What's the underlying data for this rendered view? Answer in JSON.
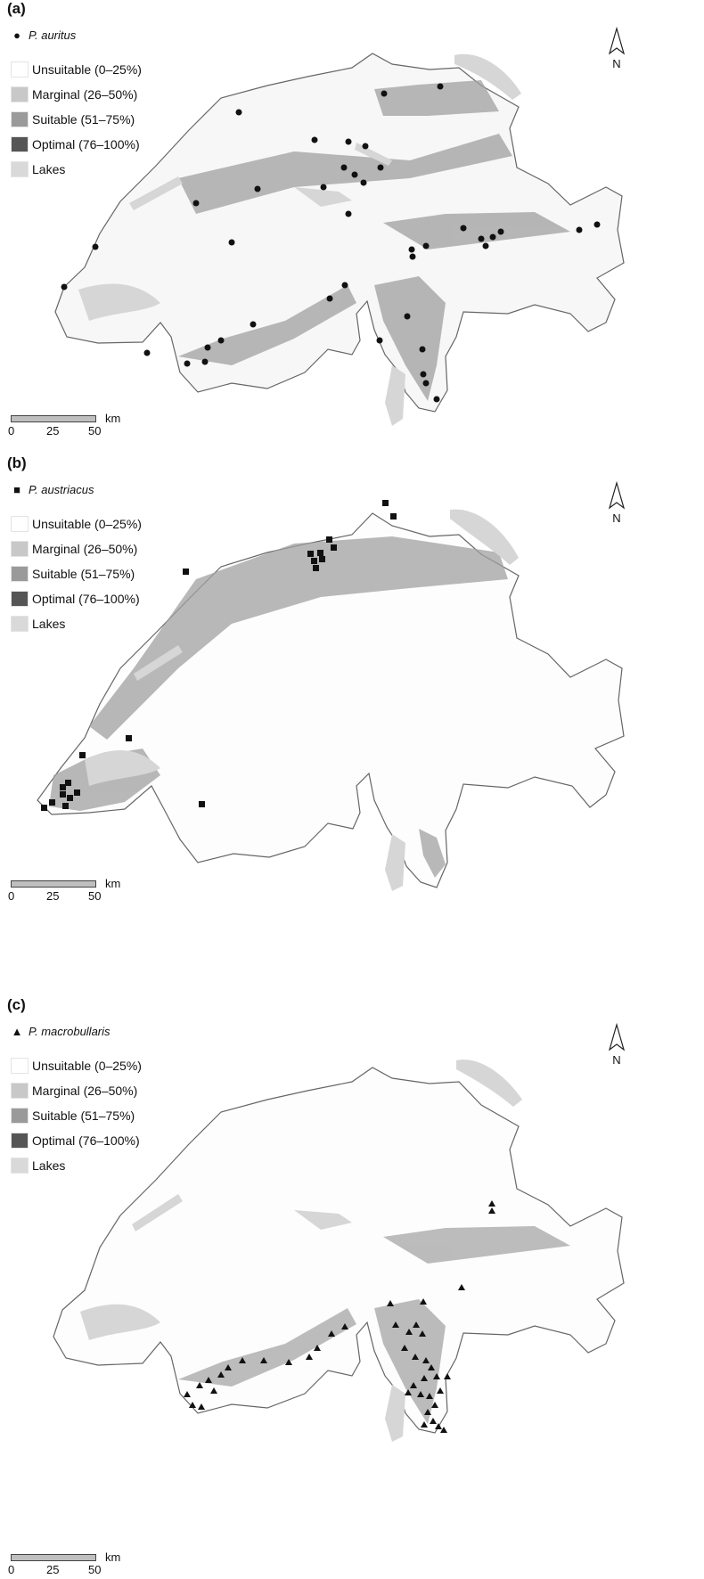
{
  "legend": {
    "items": [
      {
        "label": "Unsuitable (0–25%)",
        "color": "#ffffff"
      },
      {
        "label": "Marginal (26–50%)",
        "color": "#c8c8c8"
      },
      {
        "label": "Suitable (51–75%)",
        "color": "#9a9a9a"
      },
      {
        "label": "Optimal (76–100%)",
        "color": "#555555"
      },
      {
        "label": "Lakes",
        "color": "#d9d9d9"
      }
    ]
  },
  "scale": {
    "unit": "km",
    "ticks": [
      "0",
      "25",
      "50"
    ]
  },
  "north_label": "N",
  "panels": [
    {
      "label": "(a)",
      "species": "P. auritus",
      "symbol": "circle",
      "symbol_glyph": "●"
    },
    {
      "label": "(b)",
      "species": "P. austriacus",
      "symbol": "square",
      "symbol_glyph": "■"
    },
    {
      "label": "(c)",
      "species": "P. macrobullaris",
      "symbol": "triangle",
      "symbol_glyph": "▲"
    }
  ]
}
